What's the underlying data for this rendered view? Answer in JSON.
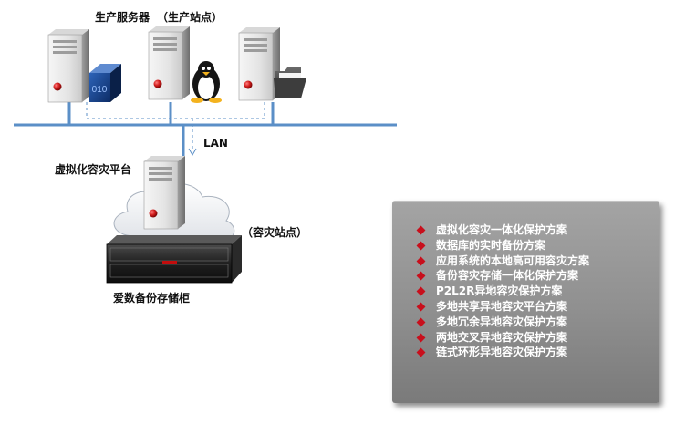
{
  "labels": {
    "production_server": "生产服务器",
    "production_site": "（生产站点）",
    "lan": "LAN",
    "dr_platform": "虚拟化容灾平台",
    "dr_site": "（容灾站点）",
    "storage": "爱数备份存储柜",
    "cube_text": "010"
  },
  "colors": {
    "network_line": "#5b8fc7",
    "bullet": "#c80f1c",
    "panel_text": "#ffffff"
  },
  "icons": [
    "server-icon",
    "data-cube-icon",
    "linux-penguin-icon",
    "folder-icon",
    "cloud-icon",
    "storage-rack-icon"
  ],
  "solutions": [
    "虚拟化容灾一体化保护方案",
    "数据库的实时备份方案",
    "应用系统的本地高可用容灾方案",
    "备份容灾存储一体化保护方案",
    "P2L2R异地容灾保护方案",
    "多地共享异地容灾平台方案",
    "多地冗余异地容灾保护方案",
    "两地交叉异地容灾保护方案",
    "链式环形异地容灾保护方案"
  ]
}
